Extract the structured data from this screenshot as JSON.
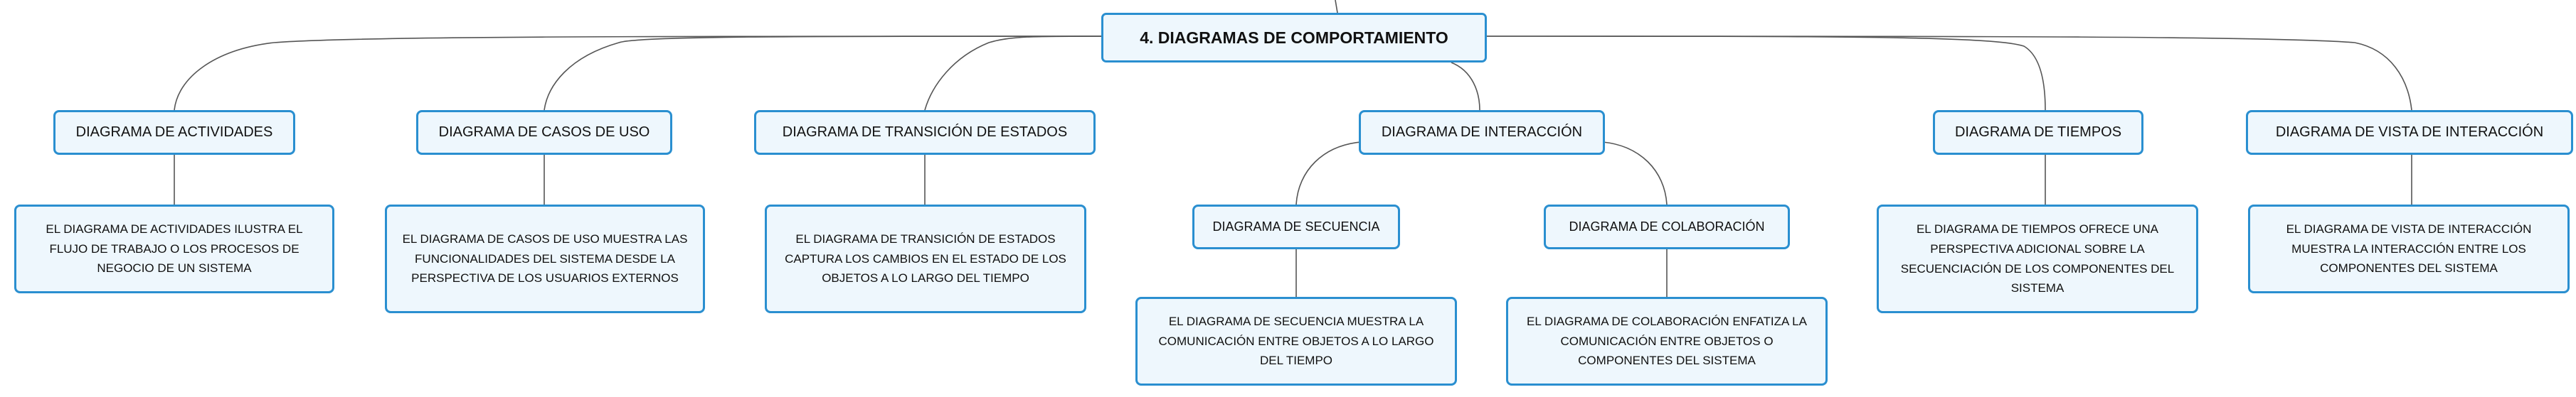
{
  "root": {
    "label": "4. DIAGRAMAS DE COMPORTAMIENTO"
  },
  "categories": {
    "actividades": {
      "label": "DIAGRAMA DE ACTIVIDADES",
      "description": "EL DIAGRAMA DE ACTIVIDADES ILUSTRA EL FLUJO DE TRABAJO O LOS PROCESOS DE NEGOCIO DE UN SISTEMA"
    },
    "casos_uso": {
      "label": "DIAGRAMA DE CASOS DE USO",
      "description": "EL DIAGRAMA DE CASOS DE USO MUESTRA LAS FUNCIONALIDADES DEL SISTEMA DESDE LA PERSPECTIVA DE LOS USUARIOS EXTERNOS"
    },
    "transicion": {
      "label": "DIAGRAMA DE TRANSICIÓN DE ESTADOS",
      "description": "EL DIAGRAMA DE TRANSICIÓN DE ESTADOS CAPTURA LOS CAMBIOS EN EL ESTADO DE LOS OBJETOS A LO LARGO DEL TIEMPO"
    },
    "interaccion": {
      "label": "DIAGRAMA DE INTERACCIÓN",
      "children": {
        "secuencia": {
          "label": "DIAGRAMA DE SECUENCIA",
          "description": "EL DIAGRAMA DE SECUENCIA MUESTRA LA COMUNICACIÓN ENTRE OBJETOS A LO LARGO DEL TIEMPO"
        },
        "colaboracion": {
          "label": "DIAGRAMA DE COLABORACIÓN",
          "description": "EL DIAGRAMA DE COLABORACIÓN ENFATIZA LA COMUNICACIÓN ENTRE OBJETOS O COMPONENTES DEL SISTEMA"
        }
      }
    },
    "tiempos": {
      "label": "DIAGRAMA DE TIEMPOS",
      "description": "EL DIAGRAMA DE TIEMPOS OFRECE UNA PERSPECTIVA ADICIONAL SOBRE LA SECUENCIACIÓN DE LOS COMPONENTES DEL SISTEMA"
    },
    "vista_interaccion": {
      "label": "DIAGRAMA DE VISTA DE INTERACCIÓN",
      "description": "EL DIAGRAMA DE VISTA DE INTERACCIÓN MUESTRA LA INTERACCIÓN ENTRE LOS COMPONENTES DEL SISTEMA"
    }
  },
  "colors": {
    "node_border": "#2a8fd0",
    "node_fill": "#eef7fd",
    "connector": "#555555"
  }
}
